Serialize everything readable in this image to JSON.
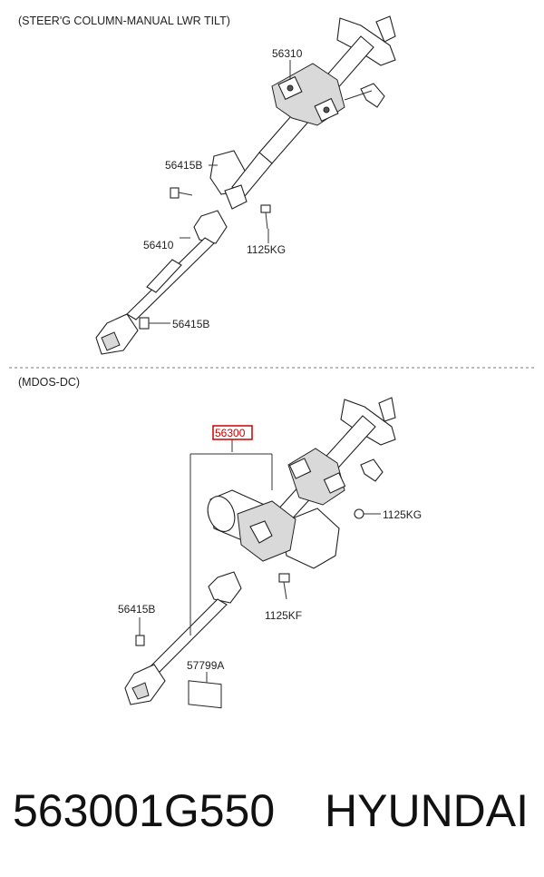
{
  "sections": {
    "top_title": "(STEER'G COLUMN-MANUAL LWR TILT)",
    "bottom_title": "(MDOS-DC)"
  },
  "labels": {
    "top_56310": "56310",
    "top_56415B_a": "56415B",
    "top_56410": "56410",
    "top_1125KG": "1125KG",
    "top_56415B_b": "56415B",
    "bot_56300": "56300",
    "bot_1125KG": "1125KG",
    "bot_56415B": "56415B",
    "bot_1125KF": "1125KF",
    "bot_57799A": "57799A"
  },
  "colors": {
    "highlight_box": "#cc0000"
  },
  "footer": {
    "part_number": "563001G550",
    "brand": "HYUNDAI"
  }
}
